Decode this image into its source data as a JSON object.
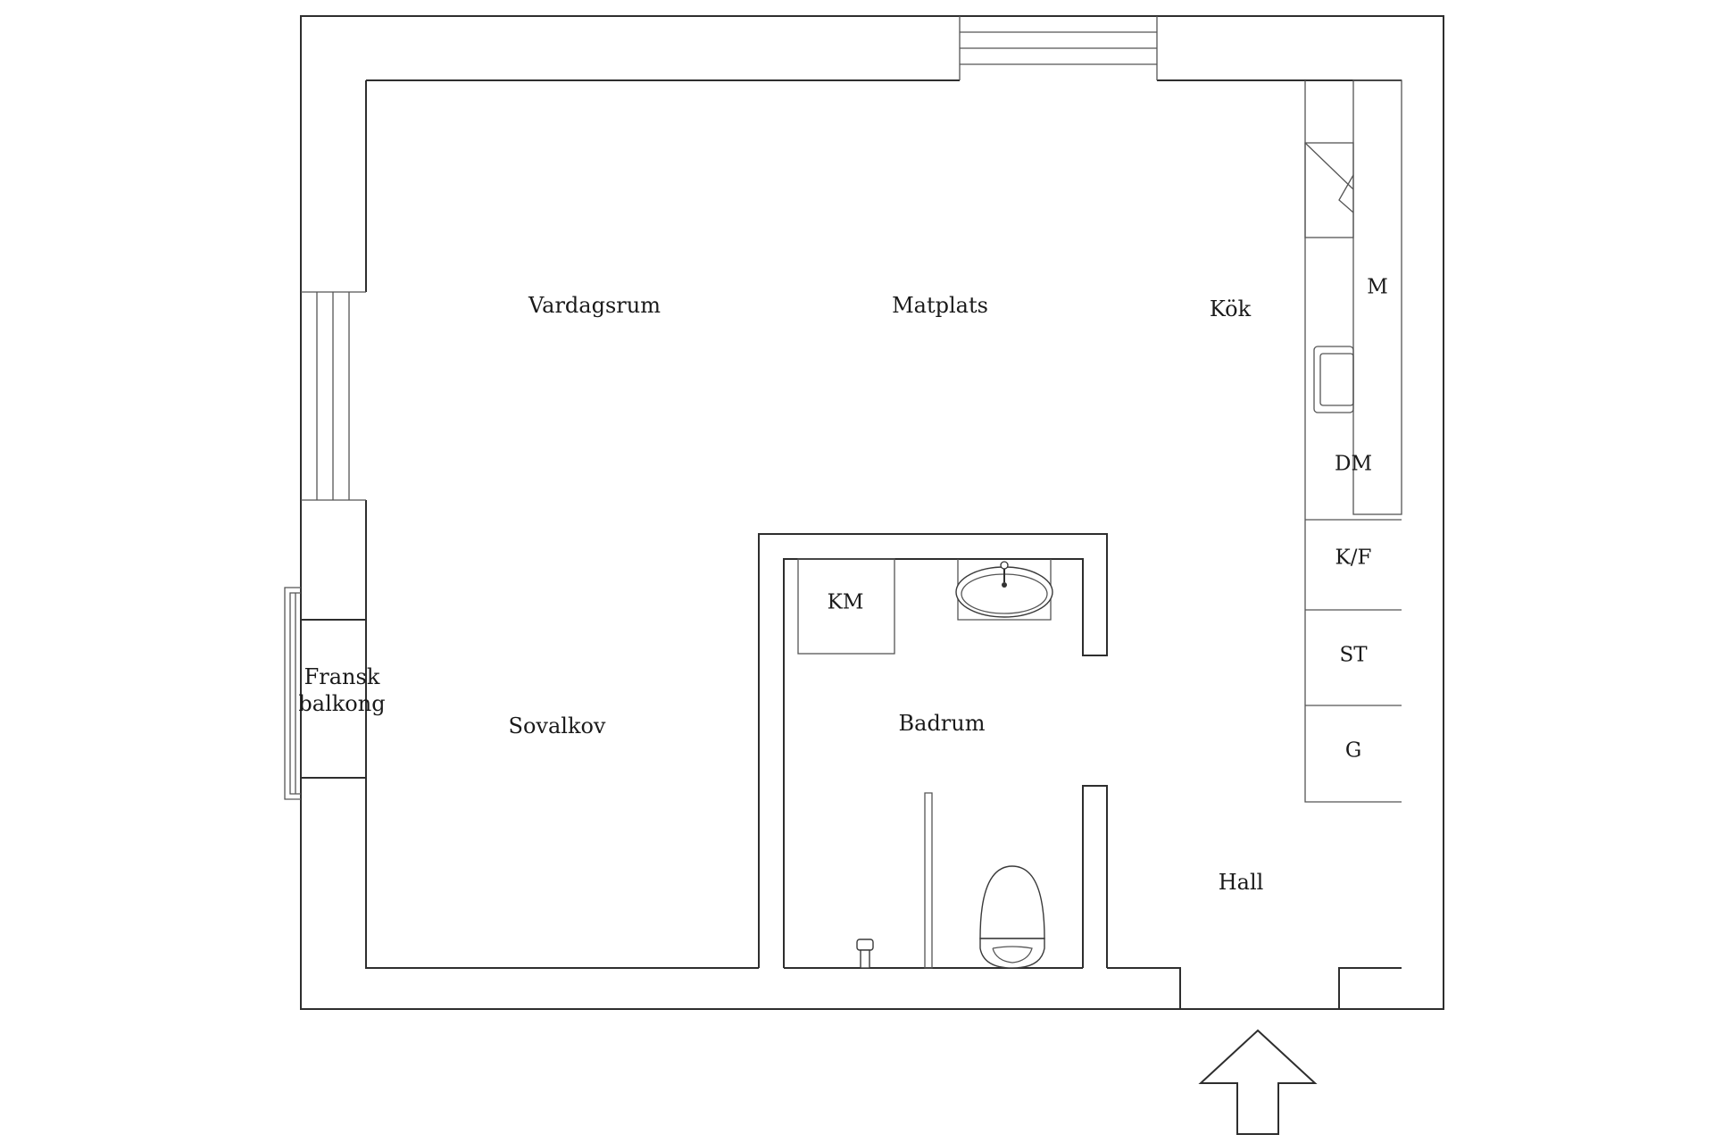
{
  "rooms": {
    "vardagsrum": "Vardagsrum",
    "matplats": "Matplats",
    "kok": "Kök",
    "sovalkov": "Sovalkov",
    "badrum": "Badrum",
    "hall": "Hall",
    "fransk_balkong_1": "Fransk",
    "fransk_balkong_2": "balkong"
  },
  "appliances": {
    "km": "KM",
    "m": "M",
    "dm": "DM",
    "kf": "K/F",
    "st": "ST",
    "g": "G"
  }
}
